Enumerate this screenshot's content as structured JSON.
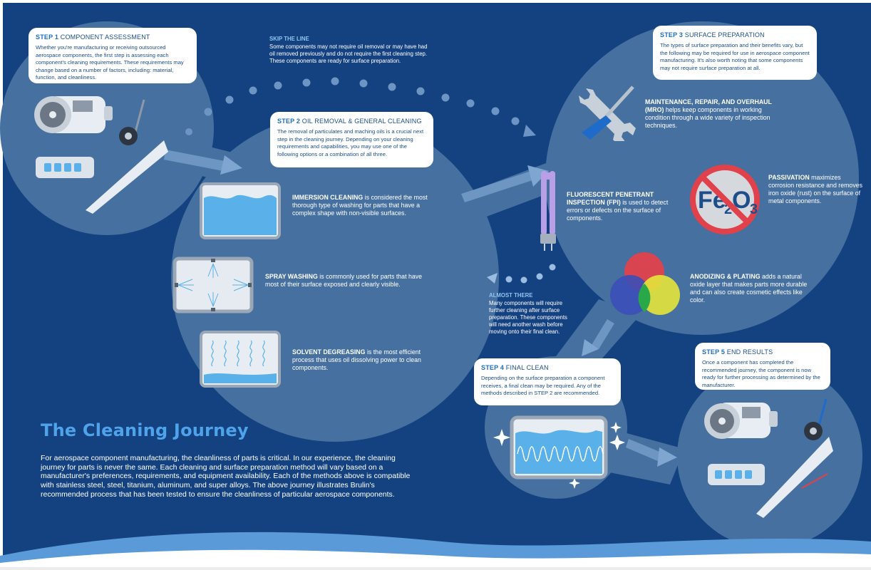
{
  "title": "The Cleaning Journey",
  "intro": "For aerospace component manufacturing, the cleanliness of parts is critical. In our experience, the cleaning journey for parts is never the same. Each cleaning and surface preparation method will vary based on a manufacturer's preferences, requirements, and equipment availability. Each of the methods above is compatible with stainless steel, steel, titanium, aluminum, and super alloys. The above journey illustrates Brulin's recommended process that has been tested to ensure the cleanliness of particular aerospace components.",
  "colors": {
    "background": "#144280",
    "circle": "#46709f",
    "accent": "#1d6fc0",
    "heading_blue": "#4fa3ea",
    "wave": "#5a9ad8"
  },
  "steps": [
    {
      "num": "STEP 1",
      "title": "COMPONENT ASSESSMENT",
      "body": "Whether you're manufacturing or receiving outsourced aerospace components, the first step is assessing each component's cleaning requirements. These requirements may change based on a number of factors, including: material, function, and cleanliness."
    },
    {
      "num": "STEP 2",
      "title": "OIL REMOVAL & GENERAL CLEANING",
      "body": "The removal of particulates and maching oils is a crucial next step in the cleaning journey. Depending on your cleaning requirements and capabilities, you may use one of the following options or a combination of all three."
    },
    {
      "num": "STEP 3",
      "title": "SURFACE PREPARATION",
      "body": "The types of surface preparation and their benefits vary, but the following may be required for use in aerospace component manufacturing. It's also worth noting that some components may not require surface preparation at all."
    },
    {
      "num": "STEP 4",
      "title": "FINAL CLEAN",
      "body": "Depending on the surface preparation a component receives, a final clean may be required. Any of the methods described in STEP 2 are recommended."
    },
    {
      "num": "STEP 5",
      "title": "END RESULTS",
      "body": "Once a component has completed the recommended journey, the component is now ready for further processing as determined by the manufacturer."
    }
  ],
  "notes": {
    "skip": {
      "heading": "SKIP THE LINE",
      "body": "Some components may not require oil removal or may have had oil removed previously and do not require the first cleaning step. These components are ready for surface preparation."
    },
    "almost": {
      "heading": "ALMOST THERE",
      "body": "Many components will require further cleaning after surface preparation. These components will need another wash before moving onto their final clean."
    }
  },
  "methods": {
    "immersion": {
      "name": "IMMERSION CLEANING",
      "text": "is considered the most thorough type of washing for parts that have a complex shape with non-visible surfaces."
    },
    "spray": {
      "name": "SPRAY WASHING",
      "text": "is commonly used for parts that have most of their surface exposed and clearly visible."
    },
    "solvent": {
      "name": "SOLVENT DEGREASING",
      "text": "is the most efficient process that uses oil dissolving power to clean components."
    },
    "mro": {
      "name": "MAINTENANCE, REPAIR, AND OVERHAUL (MRO)",
      "text": "helps keep components in working condition through a wide variety of inspection techniques."
    },
    "fpi": {
      "name": "FLUORESCENT PENETRANT INSPECTION (FPI)",
      "text": "is used to detect errors or defects on the surface of components."
    },
    "passivation": {
      "name": "PASSIVATION",
      "text": "maximizes corrosion resistance and removes iron oxide (rust) on the surface of metal components."
    },
    "anodizing": {
      "name": "ANODIZING & PLATING",
      "text": "adds a natural oxide layer that makes parts more durable and can also create cosmetic effects like color."
    }
  },
  "icons": {
    "rust_symbol": "Fe",
    "rust_sub": "2",
    "rust_o": "O",
    "rust_sub2": "3"
  }
}
